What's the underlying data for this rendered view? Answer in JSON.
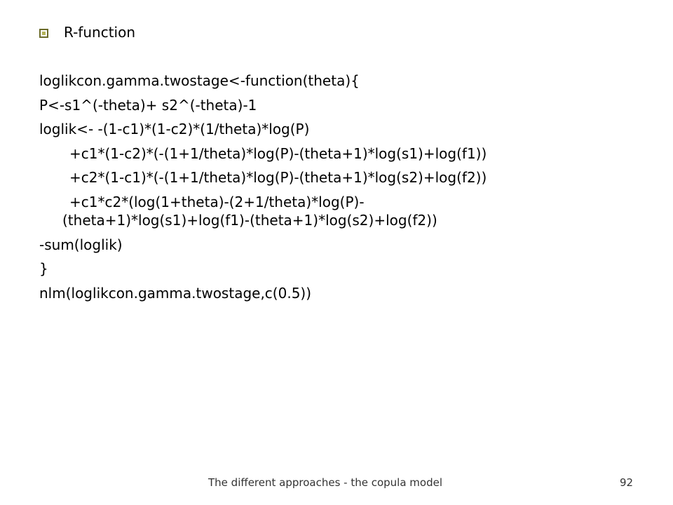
{
  "bullet": {
    "icon": "square-bullet-icon",
    "text": "R-function"
  },
  "code_lines": {
    "l1": "loglikcon.gamma.twostage<-function(theta){",
    "l2": "P<-s1^(-theta)+ s2^(-theta)-1",
    "l3": "loglik<- -(1-c1)*(1-c2)*(1/theta)*log(P)",
    "l4": "+c1*(1-c2)*(-(1+1/theta)*log(P)-(theta+1)*log(s1)+log(f1))",
    "l5": "+c2*(1-c1)*(-(1+1/theta)*log(P)-(theta+1)*log(s2)+log(f2))",
    "l6a": "+c1*c2*(log(1+theta)-(2+1/theta)*log(P)-",
    "l6b": "(theta+1)*log(s1)+log(f1)-(theta+1)*log(s2)+log(f2))",
    "l7": "-sum(loglik)",
    "l8": "}",
    "l9": "nlm(loglikcon.gamma.twostage,c(0.5))"
  },
  "footer": {
    "title": "The different approaches - the copula  model",
    "page_number": "92"
  },
  "colors": {
    "bullet_border": "#6b6b2a",
    "bullet_fill": "#b3b35a",
    "text": "#000000"
  }
}
